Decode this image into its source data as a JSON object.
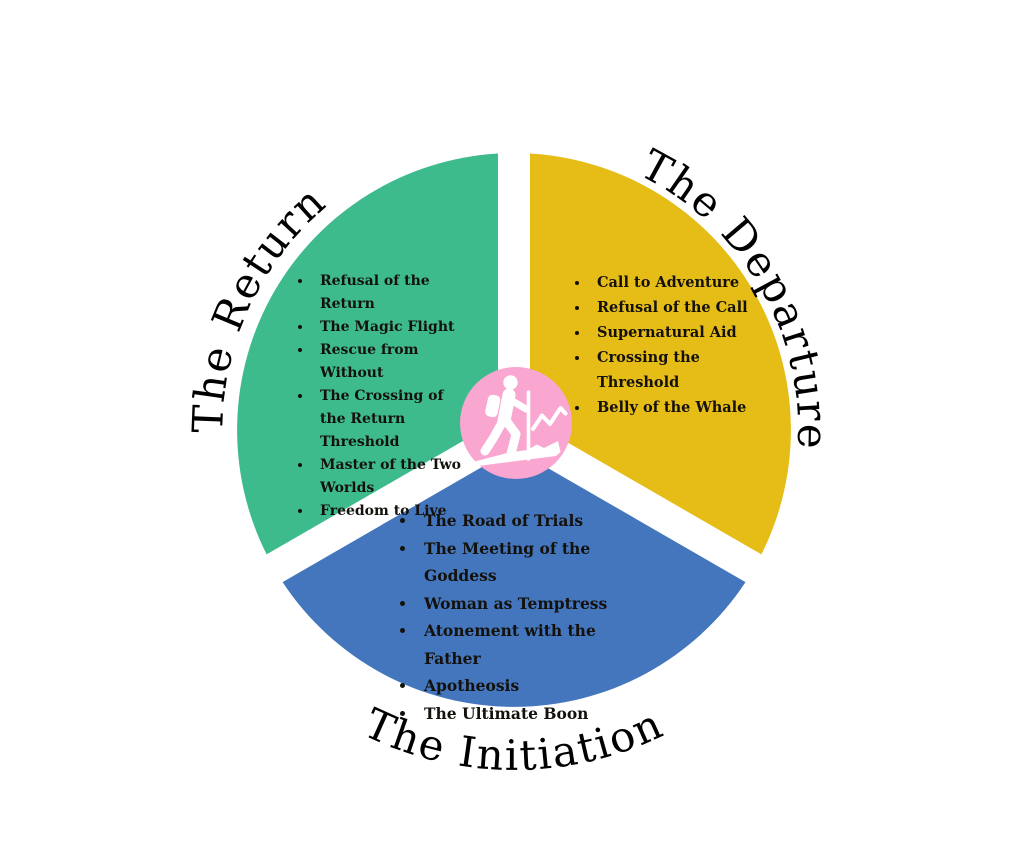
{
  "diagram": {
    "title": "Hero's Journey cycle diagram",
    "background_color": "#ffffff",
    "text_color": "#14110c",
    "title_color": "#000000"
  },
  "segments": {
    "departure": {
      "title": "The Departure",
      "color": "#e6bd17",
      "items": [
        "Call to Adventure",
        "Refusal of the Call",
        "Supernatural Aid",
        "Crossing the Threshold",
        "Belly of the Whale"
      ]
    },
    "initiation": {
      "title": "The Initiation",
      "color": "#4376bd",
      "items": [
        "The Road of Trials",
        "The Meeting of the Goddess",
        "Woman as Temptress",
        "Atonement with the Father",
        "Apotheosis",
        "The Ultimate Boon"
      ]
    },
    "return": {
      "title": "The Return",
      "color": "#3ebb8d",
      "items": [
        "Refusal of the Return",
        "The Magic Flight",
        "Rescue from Without",
        "The Crossing of the Return Threshold",
        "Master of the Two Worlds",
        "Freedom to Live"
      ]
    }
  },
  "center_icon": {
    "name": "hiker",
    "bg_color": "#f9a6d0",
    "fg_color": "#ffffff"
  }
}
